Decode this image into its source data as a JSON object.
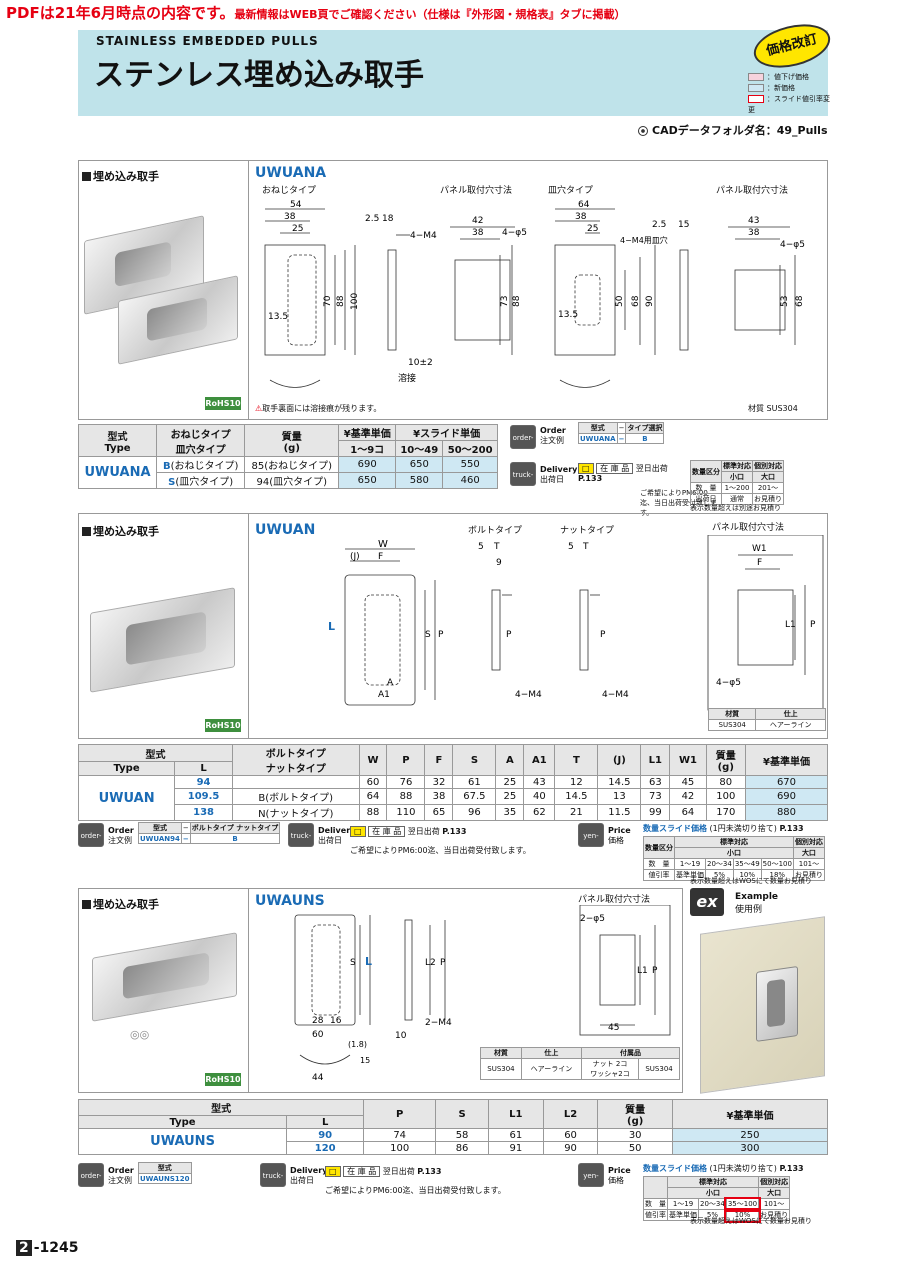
{
  "notice": {
    "main": "PDFは21年6月時点の内容です。",
    "sub": "最新情報はWEB頁でご確認ください（仕様は『外形図・規格表』タブに掲載）"
  },
  "header": {
    "en_title": "STAINLESS EMBEDDED PULLS",
    "jp_title": "ステンレス埋め込み取手",
    "badge": "価格改訂",
    "legend": [
      {
        "label": "：値下げ価格",
        "color": "#f6d3dd"
      },
      {
        "label": "：新価格",
        "color": "#cfe8f3"
      },
      {
        "label": "：スライド値引率変更",
        "color": "#ffffff"
      }
    ],
    "cad": "CADデータフォルダ名：49_Pulls"
  },
  "colors": {
    "accent": "#1a6bb5",
    "hero": "#bfe3ea",
    "red": "#e60012",
    "rohs": "#3e8f3e"
  },
  "common": {
    "section_title": "埋め込み取手",
    "rohs": "RoHS10",
    "panel_hole": "パネル取付穴寸法",
    "order_label": "Order",
    "order_sub": "注文例",
    "delivery": "Delivery",
    "delivery_sub": "出荷日",
    "stock": "在 庫 品",
    "next_day": "翌日出荷",
    "page_ref": "P.133",
    "pm_note": "ご希望によりPM6:00迄、当日出荷受付致します。",
    "price": "Price",
    "price_sub": "価格",
    "material": "材質",
    "finish": "仕上",
    "icon_order": "order-icon",
    "icon_delivery": "truck-icon",
    "icon_price": "yen-icon"
  },
  "s1": {
    "model": "UWUANA",
    "type_male": "おねじタイプ",
    "type_hole": "皿穴タイプ",
    "note": "取手裏面には溶接痕が残ります。",
    "material": "SUS304",
    "dims": {
      "a": "54",
      "b": "38",
      "c": "25",
      "d": "2.5",
      "e": "18",
      "m4": "4−M4",
      "h70": "70",
      "h88": "88",
      "h100": "100",
      "d135": "13.5",
      "weld": "10±2",
      "weld_l": "溶接",
      "p42": "42",
      "p38": "38",
      "p5": "4−φ5",
      "p73": "73",
      "p88": "88",
      "s64": "64",
      "s38": "38",
      "s25": "25",
      "sm4": "4−M4用皿穴",
      "s50": "50",
      "s68": "68",
      "s90": "90",
      "s135": "13.5",
      "s25b": "2.5",
      "s15": "15",
      "q43": "43",
      "q38": "38",
      "q5": "4−φ5",
      "q53": "53",
      "q68": "68"
    },
    "table": {
      "h_type": "型式",
      "h_type_en": "Type",
      "h_kind1": "おねじタイプ",
      "h_kind2": "皿穴タイプ",
      "h_mass": "質量",
      "h_mass_u": "(g)",
      "h_base": "¥基準単価",
      "h_slide": "¥スライド単価",
      "q1": "1〜9コ",
      "q2": "10〜49",
      "q3": "50〜200",
      "rows": [
        {
          "code": "B",
          "kind": "(おねじタイプ)",
          "mass": "85(おねじタイプ)",
          "p1": "690",
          "p2": "650",
          "p3": "550"
        },
        {
          "code": "S",
          "kind": "(皿穴タイプ)",
          "mass": "94(皿穴タイプ)",
          "p1": "650",
          "p2": "580",
          "p3": "460"
        }
      ]
    },
    "order": {
      "h1": "型式",
      "h2": "タイプ選択",
      "v1": "UWUANA",
      "dash": "−",
      "v2": "B"
    },
    "qty": {
      "h0": "数量区分",
      "h1": "標準対応",
      "h1b": "小口",
      "h2": "個別対応",
      "h2b": "大口",
      "r1": "数　量",
      "r1a": "1〜200",
      "r1b": "201〜",
      "r2": "出荷日",
      "r2a": "通常",
      "r2b": "お見積り",
      "note": "表示数量超えは別途お見積り"
    }
  },
  "s2": {
    "model": "UWUAN",
    "bolt": "ボルトタイプ",
    "nut": "ナットタイプ",
    "material": "SUS304",
    "finish": "ヘアーライン",
    "dims": {
      "w": "W",
      "j": "(J)",
      "f": "F",
      "s": "S",
      "p": "P",
      "l": "L",
      "a": "A",
      "a1": "A1",
      "five": "5",
      "t": "T",
      "nine": "9",
      "m4": "4−M4",
      "w1": "W1",
      "l1": "L1",
      "p5": "4−φ5"
    },
    "table": {
      "h_type": "型式",
      "h_type_en": "Type",
      "h_l": "L",
      "h_bolt": "ボルトタイプ",
      "h_nut": "ナットタイプ",
      "cols": [
        "W",
        "P",
        "F",
        "S",
        "A",
        "A1",
        "T",
        "(J)",
        "L1",
        "W1"
      ],
      "h_mass": "質量",
      "h_mass_u": "(g)",
      "h_base": "¥基準単価",
      "rows": [
        {
          "l": "94",
          "kind": "",
          "v": [
            "60",
            "76",
            "32",
            "61",
            "25",
            "43",
            "12",
            "14.5",
            "63",
            "45"
          ],
          "mass": "80",
          "price": "670"
        },
        {
          "l": "109.5",
          "kind": "B(ボルトタイプ)",
          "v": [
            "64",
            "88",
            "38",
            "67.5",
            "25",
            "40",
            "14.5",
            "13",
            "73",
            "42"
          ],
          "mass": "100",
          "price": "690"
        },
        {
          "l": "138",
          "kind": "N(ナットタイプ)",
          "v": [
            "88",
            "110",
            "65",
            "96",
            "35",
            "62",
            "21",
            "11.5",
            "99",
            "64"
          ],
          "mass": "170",
          "price": "880"
        }
      ]
    },
    "order": {
      "h1": "型式",
      "h2": "ボルトタイプ ナットタイプ",
      "v1": "UWUAN94",
      "dash": "−",
      "v2": "B"
    },
    "slide": {
      "title": "数量スライド価格",
      "sub": "(1円未満切り捨て)",
      "ref": "P.133",
      "h0": "数量区分",
      "h1": "標準対応",
      "h1b": "小口",
      "h2": "個別対応",
      "h2b": "大口",
      "r1": "数　量",
      "r1v": [
        "1〜19",
        "20〜34",
        "35〜49",
        "50〜100",
        "101〜"
      ],
      "r2": "値引率",
      "r2v": [
        "基準単価",
        "5%",
        "10%",
        "18%",
        "お見積り"
      ],
      "note": "表示数量超えはWOSにて数量お見積り"
    }
  },
  "s3": {
    "model": "UWAUNS",
    "material": "SUS304",
    "finish": "ヘアーライン",
    "acc": "付属品",
    "acc1": "ナット 2コ",
    "acc2": "ワッシャ2コ",
    "acc3": "SUS304",
    "ex_title": "Example",
    "ex_sub": "使用例",
    "ex_icon": "ex",
    "dims": {
      "s": "S",
      "l": "L",
      "l2": "L2",
      "p": "P",
      "d28": "28",
      "d16": "16",
      "d60": "60",
      "d18": "(1.8)",
      "d15": "15",
      "d44": "44",
      "d10": "10",
      "m4": "2−M4",
      "p5": "2−φ5",
      "l1": "L1",
      "p45": "45"
    },
    "table": {
      "h_type": "型式",
      "h_type_en": "Type",
      "h_l": "L",
      "cols": [
        "P",
        "S",
        "L1",
        "L2"
      ],
      "h_mass": "質量",
      "h_mass_u": "(g)",
      "h_base": "¥基準単価",
      "rows": [
        {
          "l": "90",
          "v": [
            "74",
            "58",
            "61",
            "60"
          ],
          "mass": "30",
          "price": "250"
        },
        {
          "l": "120",
          "v": [
            "100",
            "86",
            "91",
            "90"
          ],
          "mass": "50",
          "price": "300"
        }
      ]
    },
    "order": {
      "h1": "型式",
      "v1": "UWAUNS120"
    },
    "slide": {
      "title": "数量スライド価格",
      "sub": "(1円未満切り捨て)",
      "ref": "P.133",
      "h1": "標準対応",
      "h1b": "小口",
      "h2": "個別対応",
      "h2b": "大口",
      "r1": "数　量",
      "r1v": [
        "1〜19",
        "20〜34",
        "35〜100",
        "101〜"
      ],
      "r2": "値引率",
      "r2v": [
        "基準単価",
        "5%",
        "10%",
        "お見積り"
      ],
      "note": "表示数量超えはWOSにて数量お見積り"
    }
  },
  "footer": {
    "section": "2",
    "page": "-1245"
  }
}
